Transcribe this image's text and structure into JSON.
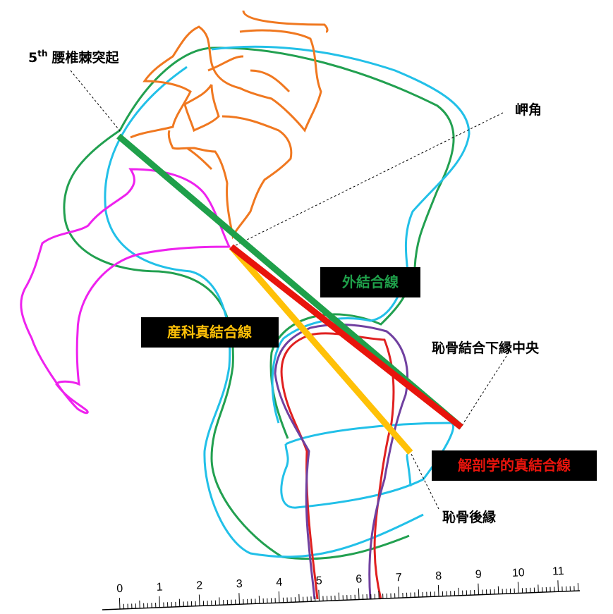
{
  "labels": {
    "lumbar_prefix": "5",
    "lumbar_sup": "th",
    "lumbar_name": "腰椎棘突起",
    "promontory": "岬角",
    "pubic_lower": "恥骨結合下縁中央",
    "pubic_posterior": "恥骨後縁"
  },
  "boxes": {
    "external": "外結合線",
    "obstetric": "産科真結合線",
    "anatomical": "解剖学的真結合線"
  },
  "ruler": {
    "ticks": [
      "0",
      "1",
      "2",
      "3",
      "4",
      "5",
      "6",
      "7",
      "8",
      "9",
      "10",
      "11"
    ]
  },
  "colors": {
    "external_line": "#1fa04a",
    "anatomical_line": "#e8140c",
    "obstetric_line": "#ffc107",
    "vertebrae": "#f07820",
    "pelvis_green": "#22a050",
    "pelvis_cyan": "#22c0e8",
    "sacrum_magenta": "#ee22ee",
    "pubis_red": "#e02020",
    "pubis_purple": "#7040a0",
    "box_bg": "#000000"
  }
}
